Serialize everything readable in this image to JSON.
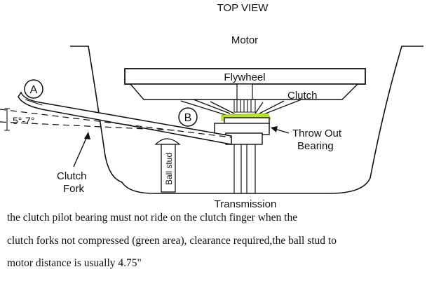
{
  "labels": {
    "view_title": "TOP VIEW",
    "motor": "Motor",
    "flywheel": "Flywheel",
    "clutch": "Clutch",
    "throw_out_line1": "Throw Out",
    "throw_out_line2": "Bearing",
    "marker_a": "A",
    "marker_b": "B",
    "angle": "5°-7°",
    "fork_line1": "Clutch",
    "fork_line2": "Fork",
    "ball_stud": "Ball stud",
    "transmission": "Transmission"
  },
  "caption": {
    "line1": "the clutch pilot bearing must not ride on the clutch finger when the",
    "line2": "clutch forks not compressed (green area), clearance required,the ball stud to",
    "line3": "motor distance is usually 4.75\""
  },
  "colors": {
    "line": "#111111",
    "green_area": "#b6e61e"
  }
}
